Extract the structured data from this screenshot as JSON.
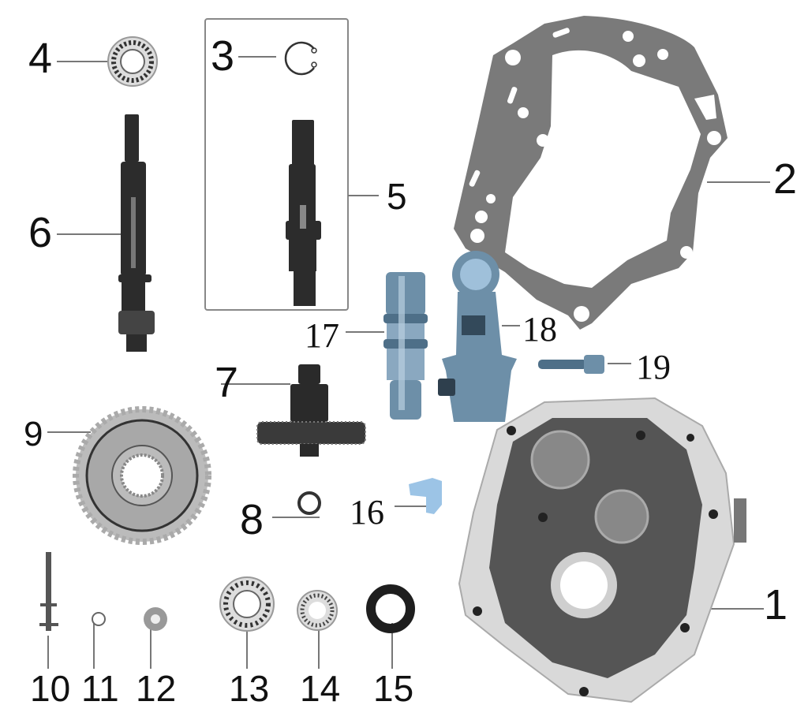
{
  "diagram": {
    "type": "exploded-parts-diagram",
    "subject": "gearbox / transmission cover assembly",
    "parts": [
      {
        "number": "1",
        "name": "transmission-case"
      },
      {
        "number": "2",
        "name": "gasket"
      },
      {
        "number": "3",
        "name": "circlip"
      },
      {
        "number": "4",
        "name": "bearing"
      },
      {
        "number": "5",
        "name": "shaft-assembly"
      },
      {
        "number": "6",
        "name": "drive-shaft"
      },
      {
        "number": "7",
        "name": "countershaft-gear"
      },
      {
        "number": "8",
        "name": "washer"
      },
      {
        "number": "9",
        "name": "final-gear"
      },
      {
        "number": "10",
        "name": "kick-shaft"
      },
      {
        "number": "11",
        "name": "o-ring"
      },
      {
        "number": "12",
        "name": "bushing"
      },
      {
        "number": "13",
        "name": "bearing-large"
      },
      {
        "number": "14",
        "name": "bearing-small"
      },
      {
        "number": "15",
        "name": "oil-seal"
      },
      {
        "number": "16",
        "name": "clip"
      },
      {
        "number": "17",
        "name": "parking-shaft"
      },
      {
        "number": "18",
        "name": "parking-lever"
      },
      {
        "number": "19",
        "name": "bolt"
      }
    ]
  },
  "labels": {
    "p1": "1",
    "p2": "2",
    "p3": "3",
    "p4": "4",
    "p5": "5",
    "p6": "6",
    "p7": "7",
    "p8": "8",
    "p9": "9",
    "p10": "10",
    "p11": "11",
    "p12": "12",
    "p13": "13",
    "p14": "14",
    "p15": "15",
    "p16": "16",
    "p17": "17",
    "p18": "18",
    "p19": "19"
  },
  "colors": {
    "leader": "#777777",
    "label": "#111111",
    "gasket": "#7a7a7a",
    "metal_dark": "#2a2a2a",
    "metal_mid": "#8a8a8a",
    "metal_light": "#d8d8d8",
    "blue_part": "#7fa6c2",
    "clip_blue": "#9cc4e6"
  }
}
